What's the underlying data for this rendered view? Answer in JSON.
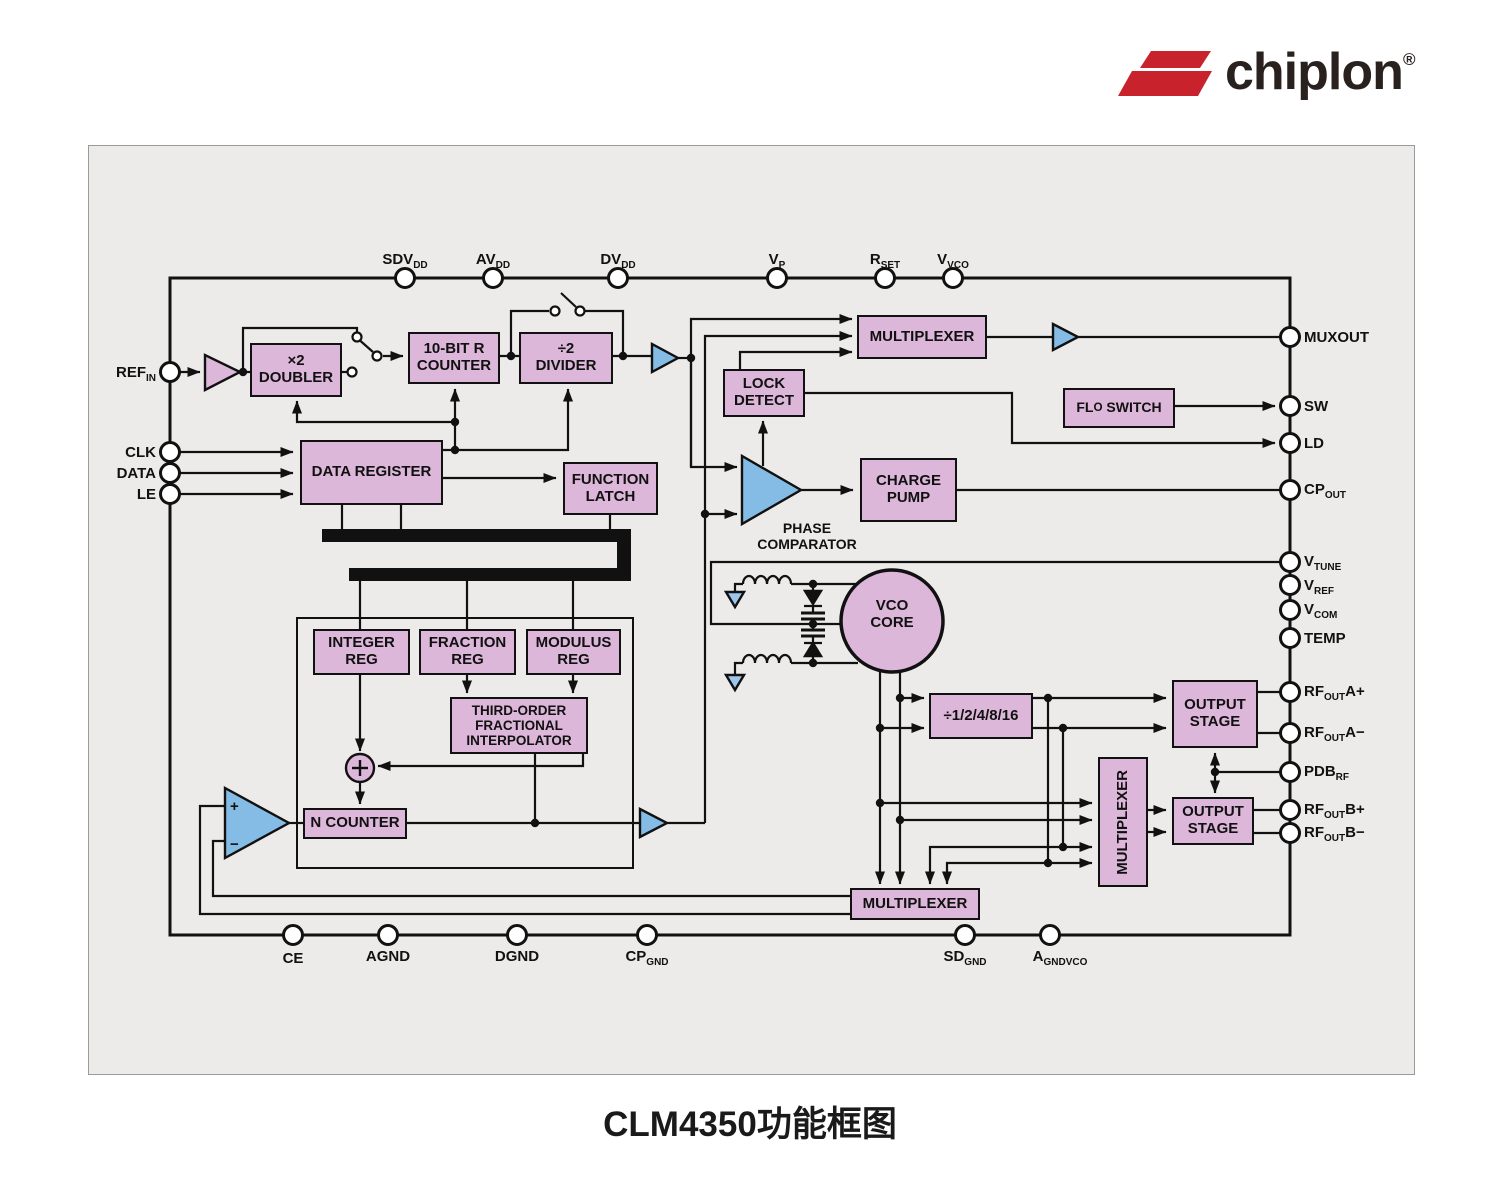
{
  "logo": {
    "text": "chiplon",
    "registered": "®"
  },
  "caption": "CLM4350功能框图",
  "colors": {
    "block_fill": "#dcb7da",
    "accent_blue": "#85bce6",
    "ground_blue": "#9cc7ea",
    "logo_red": "#c8232c",
    "panel_bg": "#ecebe9",
    "line": "#111111"
  },
  "pins": {
    "top": [
      {
        "pre": "SDV",
        "sub": "DD",
        "post": ""
      },
      {
        "pre": "AV",
        "sub": "DD",
        "post": ""
      },
      {
        "pre": "DV",
        "sub": "DD",
        "post": ""
      },
      {
        "pre": "V",
        "sub": "P",
        "post": ""
      },
      {
        "pre": "R",
        "sub": "SET",
        "post": ""
      },
      {
        "pre": "V",
        "sub": "VCO",
        "post": ""
      }
    ],
    "bottom": [
      {
        "pre": "CE",
        "sub": "",
        "post": ""
      },
      {
        "pre": "AGND",
        "sub": "",
        "post": ""
      },
      {
        "pre": "DGND",
        "sub": "",
        "post": ""
      },
      {
        "pre": "CP",
        "sub": "GND",
        "post": ""
      },
      {
        "pre": "SD",
        "sub": "GND",
        "post": ""
      },
      {
        "pre": "A",
        "sub": "GNDVCO",
        "post": ""
      }
    ],
    "left": [
      {
        "pre": "REF",
        "sub": "IN",
        "post": ""
      },
      {
        "pre": "CLK",
        "sub": "",
        "post": ""
      },
      {
        "pre": "DATA",
        "sub": "",
        "post": ""
      },
      {
        "pre": "LE",
        "sub": "",
        "post": ""
      }
    ],
    "right": [
      {
        "pre": "MUXOUT",
        "sub": "",
        "post": ""
      },
      {
        "pre": "SW",
        "sub": "",
        "post": ""
      },
      {
        "pre": "LD",
        "sub": "",
        "post": ""
      },
      {
        "pre": "CP",
        "sub": "OUT",
        "post": ""
      },
      {
        "pre": "V",
        "sub": "TUNE",
        "post": ""
      },
      {
        "pre": "V",
        "sub": "REF",
        "post": ""
      },
      {
        "pre": "V",
        "sub": "COM",
        "post": ""
      },
      {
        "pre": "TEMP",
        "sub": "",
        "post": ""
      },
      {
        "pre": "RF",
        "sub": "OUT",
        "post": "A+"
      },
      {
        "pre": "RF",
        "sub": "OUT",
        "post": "A−"
      },
      {
        "pre": "PDB",
        "sub": "RF",
        "post": ""
      },
      {
        "pre": "RF",
        "sub": "OUT",
        "post": "B+"
      },
      {
        "pre": "RF",
        "sub": "OUT",
        "post": "B−"
      }
    ]
  },
  "blocks": {
    "doubler": "×2\nDOUBLER",
    "r_counter": "10-BIT R\nCOUNTER",
    "r_divider": "÷2\nDIVIDER",
    "data_register": "DATA REGISTER",
    "function_latch": "FUNCTION\nLATCH",
    "lock_detect": "LOCK\nDETECT",
    "multiplexer_top": "MULTIPLEXER",
    "flo_switch": {
      "pre": "FL",
      "sub": "O",
      "post": " SWITCH"
    },
    "charge_pump": "CHARGE\nPUMP",
    "integer_reg": "INTEGER\nREG",
    "fraction_reg": "FRACTION\nREG",
    "modulus_reg": "MODULUS\nREG",
    "interpolator": "THIRD-ORDER\nFRACTIONAL\nINTERPOLATOR",
    "n_counter": "N COUNTER",
    "rf_divider": "÷1/2/4/8/16",
    "output_stage_a": "OUTPUT\nSTAGE",
    "output_stage_b": "OUTPUT\nSTAGE",
    "multiplexer_vertical": "MULTIPLEXER",
    "multiplexer_bottom": "MULTIPLEXER"
  },
  "labels": {
    "phase_comparator": "PHASE\nCOMPARATOR",
    "vco_core": "VCO\nCORE",
    "diff_plus": "+",
    "diff_minus": "−"
  }
}
